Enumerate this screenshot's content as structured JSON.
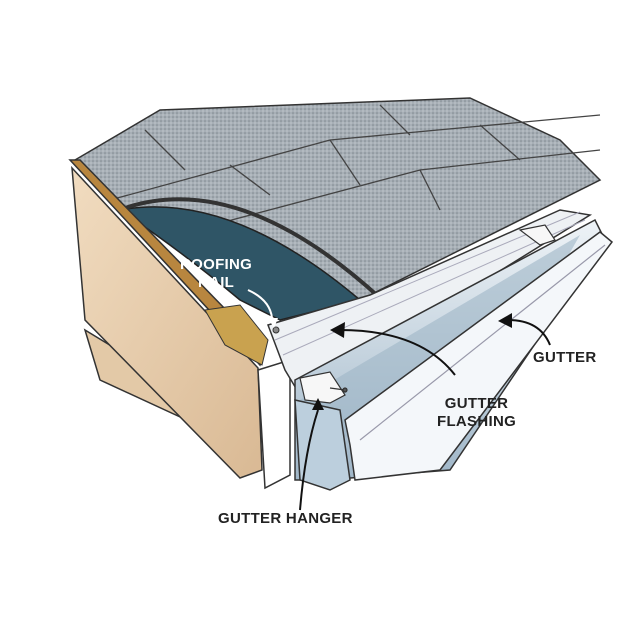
{
  "labels": {
    "roofing_nail_1": "ROOFING",
    "roofing_nail_2": "NAIL",
    "gutter": "GUTTER",
    "gutter_flashing_1": "GUTTER",
    "gutter_flashing_2": "FLASHING",
    "gutter_hanger": "GUTTER HANGER"
  },
  "colors": {
    "shingle": "#9aa3aa",
    "underlayment": "#2f5566",
    "wood": "#e9cfae",
    "metal": "#c9d8e4",
    "label_text": "#222222"
  }
}
